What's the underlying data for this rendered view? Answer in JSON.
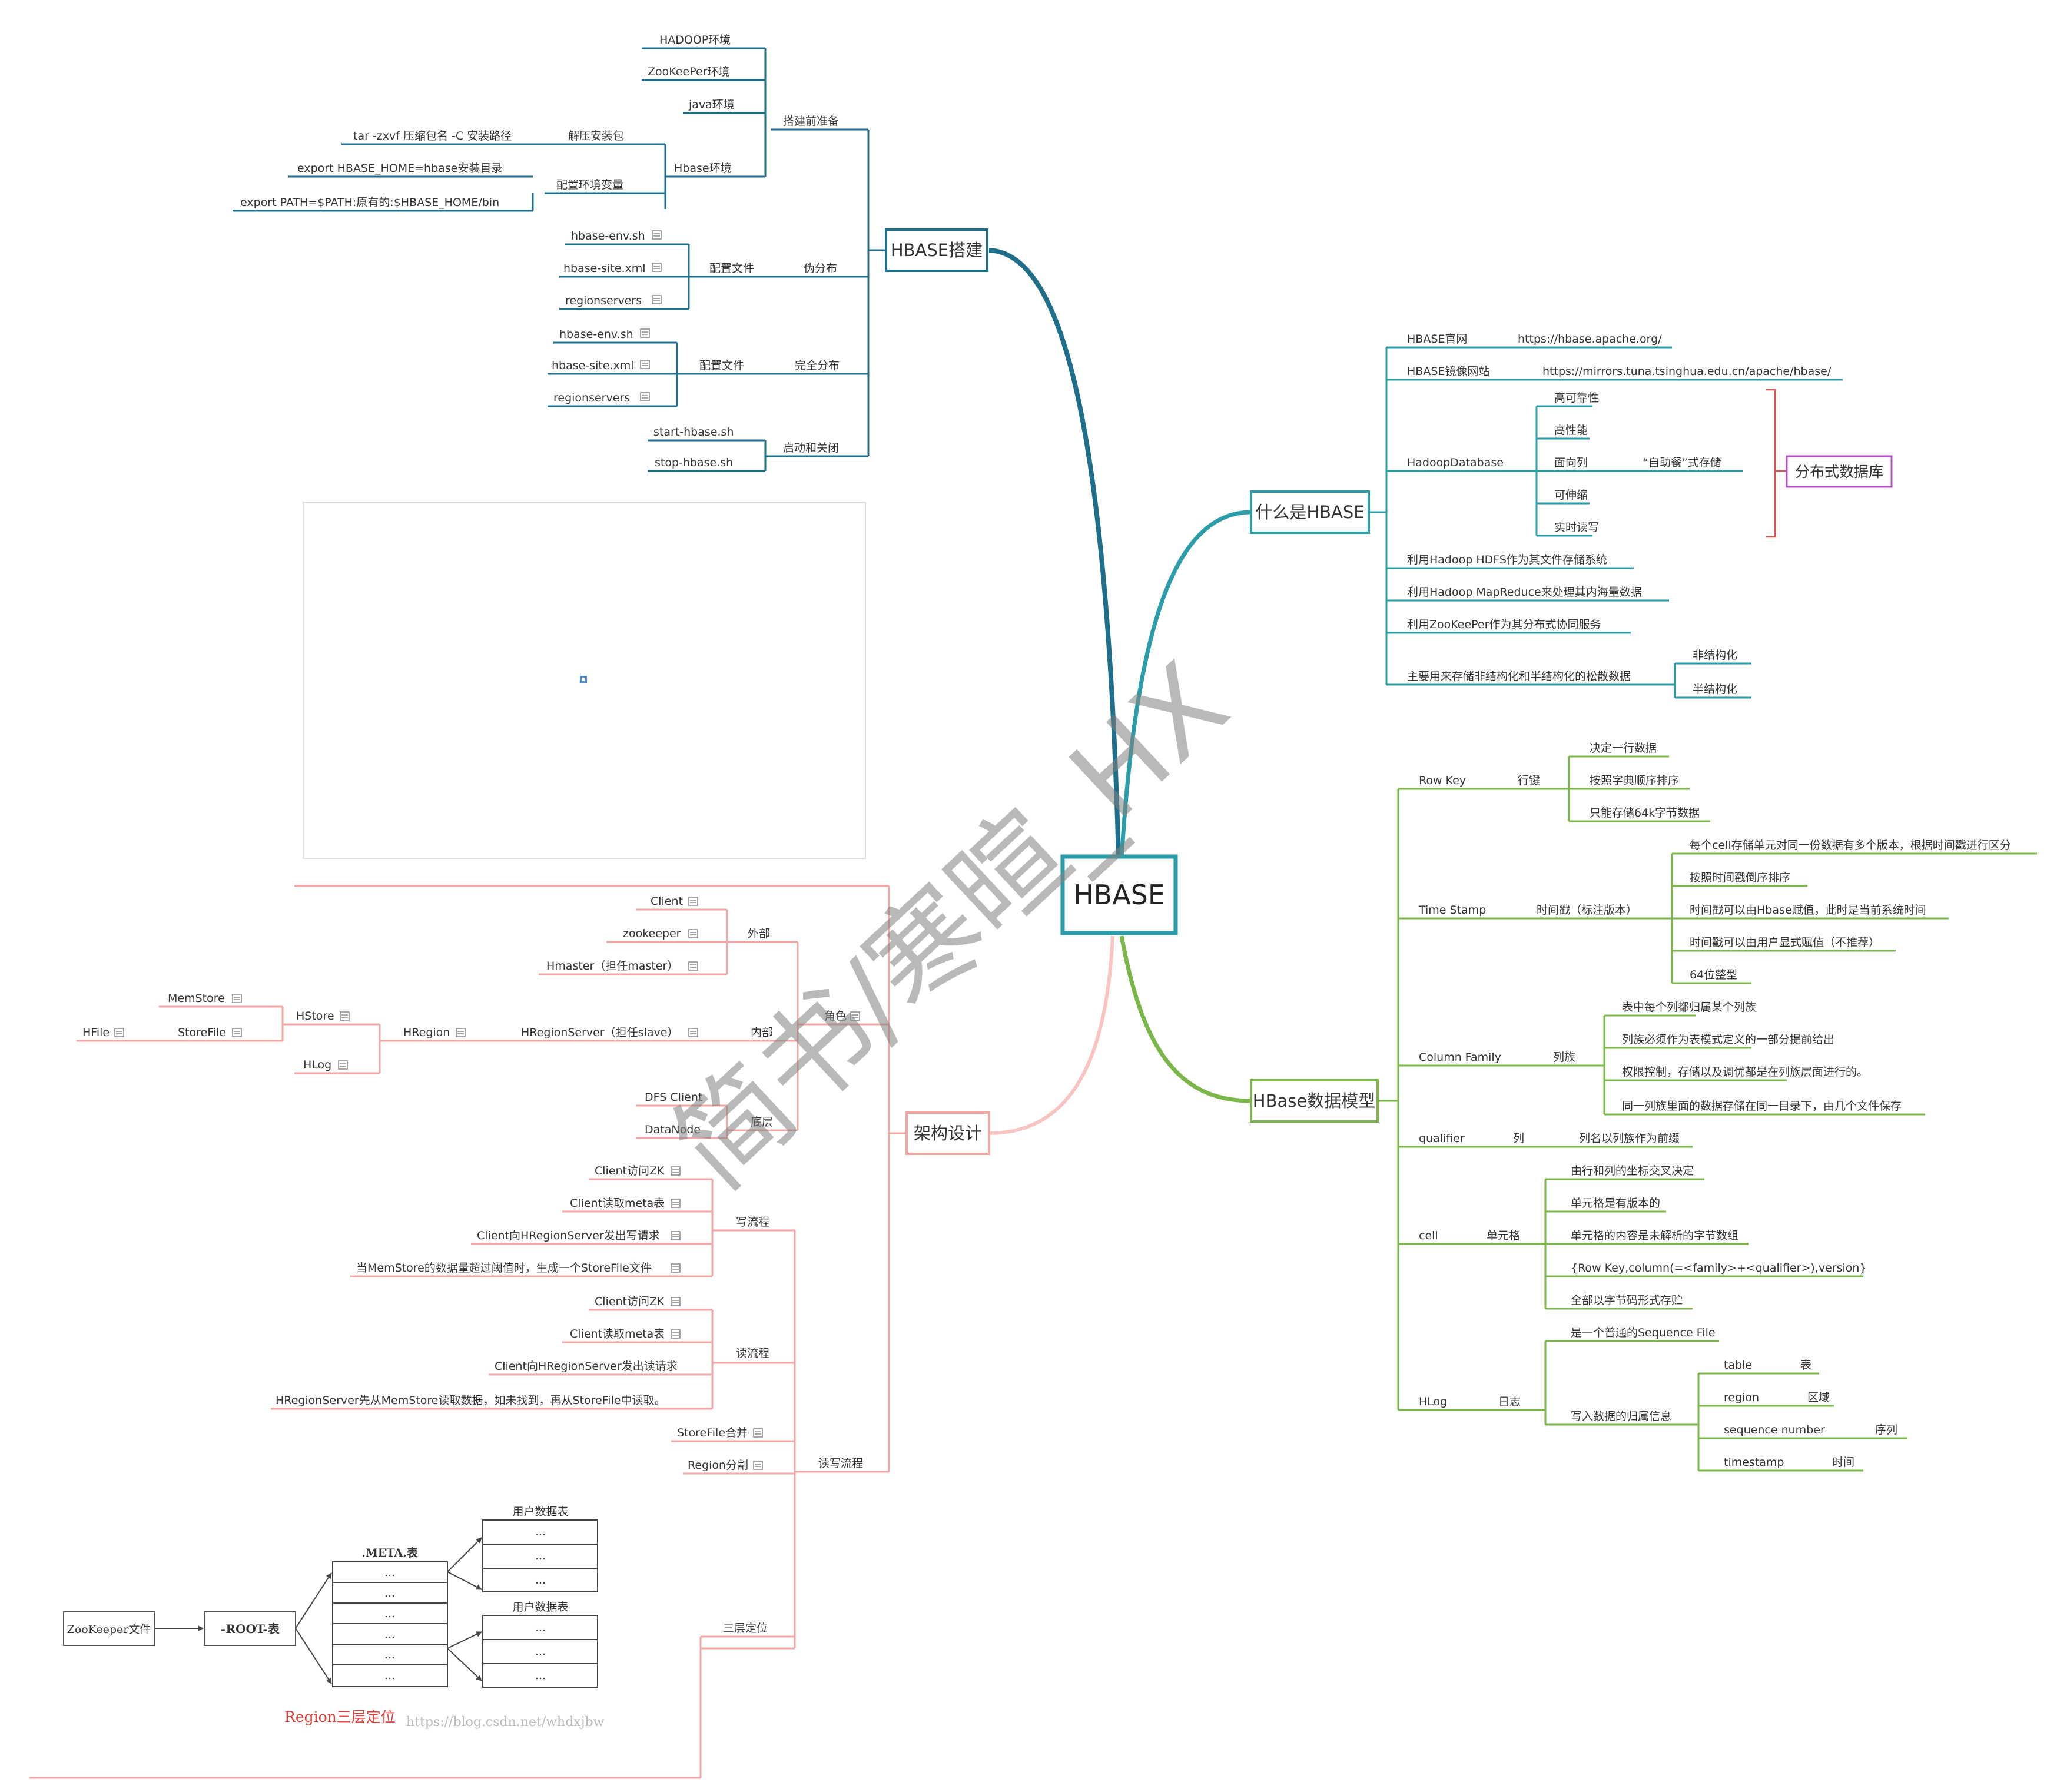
{
  "colors": {
    "build": "#1f6f8b",
    "what": "#2a9da8",
    "model": "#7ab648",
    "arch": "#f2a7a5",
    "distributed": "#b44fc6",
    "redbracket": "#d9534f"
  },
  "root": "HBASE",
  "watermark": "简书/寒暄_HX",
  "build": {
    "title": "HBASE搭建",
    "prep": "搭建前准备",
    "hadoop": "HADOOP环境",
    "zk": "ZooKeePer环境",
    "java": "java环境",
    "hbase_env": "Hbase环境",
    "unzip": "解压安装包",
    "unzip_cmd": "tar -zxvf 压缩包名 -C 安装路径",
    "envvar": "配置环境变量",
    "export1": "export HBASE_HOME=hbase安装目录",
    "export2": "export PATH=$PATH:原有的:$HBASE_HOME/bin",
    "pseudo": "伪分布",
    "pseudo_cfg": "配置文件",
    "pseudo_f1": "hbase-env.sh",
    "pseudo_f2": "hbase-site.xml",
    "pseudo_f3": "regionservers",
    "full": "完全分布",
    "full_cfg": "配置文件",
    "full_f1": "hbase-env.sh",
    "full_f2": "hbase-site.xml",
    "full_f3": "regionservers",
    "startstop": "启动和关闭",
    "start": "start-hbase.sh",
    "stop": "stop-hbase.sh",
    "missing_image_icon": "broken-image-icon"
  },
  "what": {
    "title": "什么是HBASE",
    "official": "HBASE官网",
    "official_url": "https://hbase.apache.org/",
    "mirror": "HBASE镜像网站",
    "mirror_url": "https://mirrors.tuna.tsinghua.edu.cn/apache/hbase/",
    "hdb": "HadoopDatabase",
    "ha": "高可靠性",
    "hp": "高性能",
    "col": "面向列",
    "buffet": "“自助餐”式存储",
    "scale": "可伸缩",
    "rt": "实时读写",
    "distributed": "分布式数据库",
    "hdfs": "利用Hadoop HDFS作为其文件存储系统",
    "mr": "利用Hadoop MapReduce来处理其内海量数据",
    "zk": "利用ZooKeePer作为其分布式协同服务",
    "store": "主要用来存储非结构化和半结构化的松散数据",
    "unstructured": "非结构化",
    "semi": "半结构化"
  },
  "model": {
    "title": "HBase数据模型",
    "rowkey": "Row Key",
    "rowkey_cn": "行键",
    "rk1": "决定一行数据",
    "rk2": "按照字典顺序排序",
    "rk3": "只能存储64k字节数据",
    "ts": "Time Stamp",
    "ts_cn": "时间戳（标注版本）",
    "ts1": "每个cell存储单元对同一份数据有多个版本，根据时间戳进行区分",
    "ts2": "按照时间戳倒序排序",
    "ts3": "时间戳可以由Hbase赋值，此时是当前系统时间",
    "ts4": "时间戳可以由用户显式赋值（不推荐）",
    "ts5": "64位整型",
    "cf": "Column Family",
    "cf_cn": "列族",
    "cf1": "表中每个列都归属某个列族",
    "cf2": "列族必须作为表模式定义的一部分提前给出",
    "cf3": "权限控制，存储以及调优都是在列族层面进行的。",
    "cf4": "同一列族里面的数据存储在同一目录下，由几个文件保存",
    "q": "qualifier",
    "q_cn": "列",
    "q1": "列名以列族作为前缀",
    "cell": "cell",
    "cell_cn": "单元格",
    "c1": "由行和列的坐标交叉决定",
    "c2": "单元格是有版本的",
    "c3": "单元格的内容是未解析的字节数组",
    "c4": "{Row Key,column(=<family>+<qualifier>),version}",
    "c5": "全部以字节码形式存贮",
    "hlog": "HLog",
    "hlog_cn": "日志",
    "h1": "是一个普通的Sequence File",
    "h2": "写入数据的归属信息",
    "table": "table",
    "table_cn": "表",
    "region": "region",
    "region_cn": "区域",
    "seq": "sequence number",
    "seq_cn": "序列",
    "tsn": "timestamp",
    "tsn_cn": "时间"
  },
  "arch": {
    "title": "架构设计",
    "role": "角色",
    "external": "外部",
    "client": "Client",
    "zookeeper": "zookeeper",
    "hmaster": "Hmaster（担任master）",
    "internal": "内部",
    "hregionserver": "HRegionServer（担任slave）",
    "hregion": "HRegion",
    "hstore": "HStore",
    "memstore": "MemStore",
    "storefile": "StoreFile",
    "hfile": "HFile",
    "hlog": "HLog",
    "bottom": "底层",
    "dfs": "DFS Client",
    "datanode": "DataNode",
    "rw": "读写流程",
    "write": "写流程",
    "w1": "Client访问ZK",
    "w2": "Client读取meta表",
    "w3": "Client向HRegionServer发出写请求",
    "w4": "当MemStore的数据量超过阈值时，生成一个StoreFile文件",
    "read": "读流程",
    "r1": "Client访问ZK",
    "r2": "Client读取meta表",
    "r3": "Client向HRegionServer发出读请求",
    "r4": "HRegionServer先从MemStore读取数据，如未找到，再从StoreFile中读取。",
    "merge": "StoreFile合并",
    "split": "Region分割",
    "locate": "三层定位"
  },
  "figure": {
    "zkfile": "ZooKeeper文件",
    "root": "-ROOT-表",
    "meta": ".META.表",
    "user1": "用户数据表",
    "user2": "用户数据表",
    "dots": "...",
    "caption": "Region三层定位",
    "url": "https://blog.csdn.net/whdxjbw"
  }
}
